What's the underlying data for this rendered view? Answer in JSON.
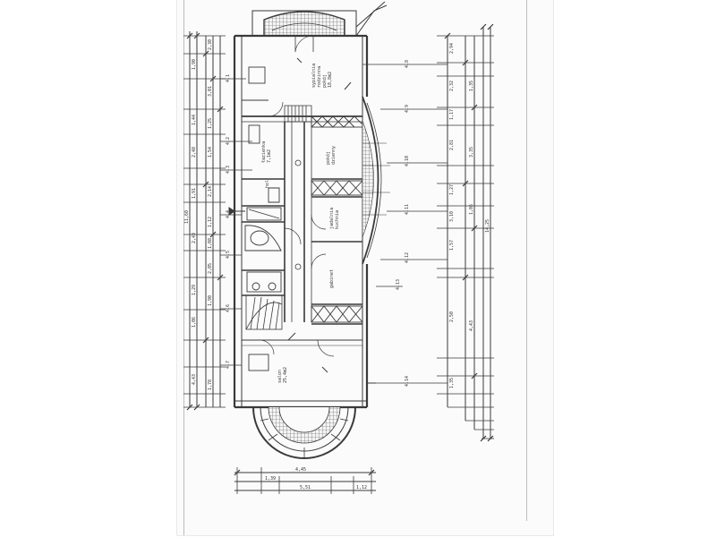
{
  "drawing": {
    "ink_color": "#3a3a3a",
    "paper_color": "#fbfbfb",
    "hatch_color": "#6a6a6a",
    "room_labels": [
      {
        "id": "r1",
        "lines": [
          "sypialnia",
          "rodzinna",
          "pokój",
          "18,8m2"
        ]
      },
      {
        "id": "r2",
        "lines": [
          "łazienka",
          "7,1m2"
        ]
      },
      {
        "id": "r3",
        "lines": [
          "pokój",
          "dzienny"
        ]
      },
      {
        "id": "r4",
        "lines": [
          "jadalnia",
          "kuchnia"
        ]
      },
      {
        "id": "r5",
        "lines": [
          "gabinet"
        ]
      },
      {
        "id": "r6",
        "lines": [
          "hol"
        ]
      },
      {
        "id": "r7",
        "lines": [
          "salon",
          "25,4m2"
        ]
      }
    ],
    "left_dims_outer": [
      "11,60",
      "1,90",
      "1,44",
      "2,48",
      "1,91",
      "2,43",
      "1,29",
      "1,06",
      "4,43"
    ],
    "left_dims_inner": [
      "2,30",
      "3,01",
      "1,25",
      "1,54",
      "2,14",
      "1,12",
      "1,08",
      "2,05",
      "1,90",
      "1,78"
    ],
    "right_dims_outer": [
      "14,25",
      "1,35",
      "3,35",
      "1,06",
      "4,43"
    ],
    "right_dims_inner": [
      "2,94",
      "2,32",
      "1,17",
      "2,81",
      "1,27",
      "3,10",
      "1,57",
      "2,50",
      "1,35"
    ],
    "bottom_dims": [
      "4,45",
      "1,39",
      "5,51",
      "1,12"
    ],
    "tags": [
      "4.1",
      "4.2",
      "4.3",
      "4.4",
      "4.5",
      "4.6",
      "4.7",
      "4.8",
      "4.9",
      "4.10",
      "4.11",
      "4.12",
      "4.13",
      "4.14"
    ]
  }
}
